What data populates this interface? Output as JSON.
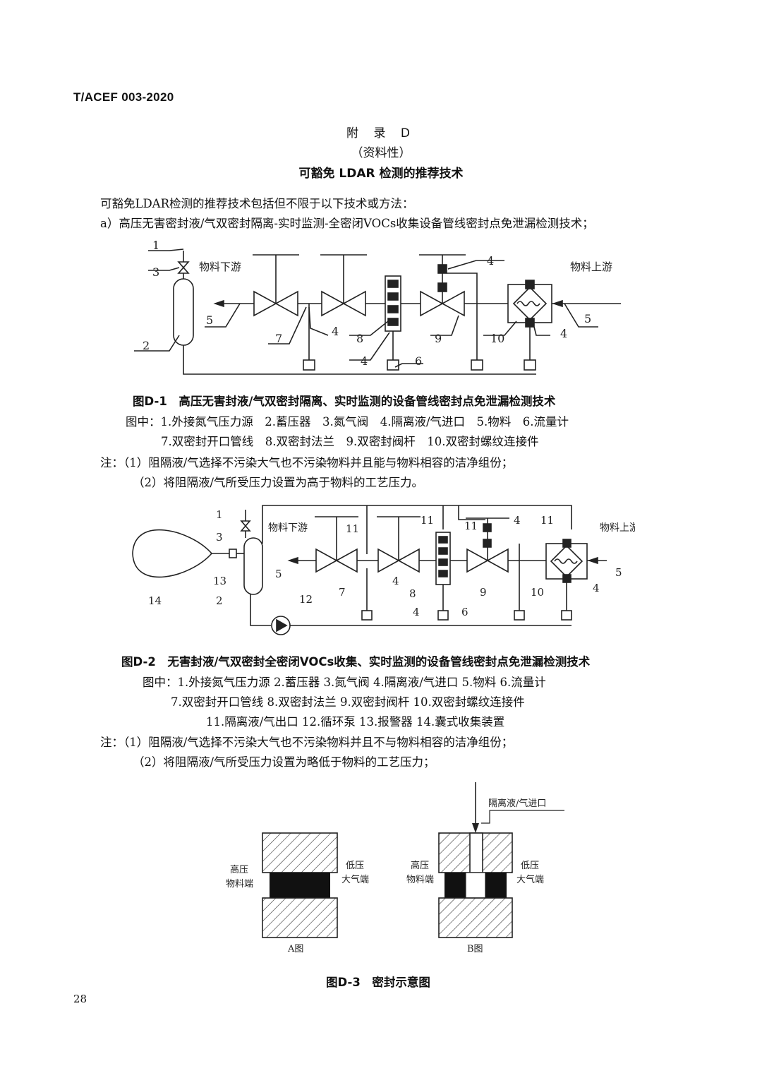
{
  "header": {
    "doc_id": "T/ACEF  003-2020"
  },
  "heading": {
    "appendix": "附 录 D",
    "nature": "（资料性）",
    "title": "可豁免 LDAR 检测的推荐技术"
  },
  "intro": {
    "line1": "可豁免LDAR检测的推荐技术包括但不限于以下技术或方法：",
    "line2": "a）高压无害密封液/气双密封隔离-实时监测-全密闭VOCs收集设备管线密封点免泄漏检测技术；"
  },
  "figure1": {
    "labels": {
      "n1": "1",
      "n2": "2",
      "n3": "3",
      "n4": "4",
      "n5": "5",
      "n6": "6",
      "n7": "7",
      "n8": "8",
      "n9": "9",
      "n10": "10",
      "downstream": "物料下游",
      "upstream": "物料上游"
    },
    "caption": "图D-1　高压无害封液/气双密封隔离、实时监测的设备管线密封点免泄漏检测技术",
    "legend_line1": "图中：1.外接氮气压力源　2.蓄压器　3.氮气阀　4.隔离液/气进口　5.物料　6.流量计",
    "legend_line2": "7.双密封开口管线　8.双密封法兰　9.双密封阀杆　10.双密封螺纹连接件",
    "note1": "注：（1）阻隔液/气选择不污染大气也不污染物料并且能与物料相容的洁净组份；",
    "note2": "（2）将阻隔液/气所受压力设置为高于物料的工艺压力。"
  },
  "figure2": {
    "labels": {
      "n1": "1",
      "n2": "2",
      "n3": "3",
      "n4": "4",
      "n5": "5",
      "n6": "6",
      "n7": "7",
      "n8": "8",
      "n9": "9",
      "n10": "10",
      "n11": "11",
      "n12": "12",
      "n13": "13",
      "n14": "14",
      "downstream": "物料下游",
      "upstream": "物料上游"
    },
    "caption": "图D-2　无害封液/气双密封全密闭VOCs收集、实时监测的设备管线密封点免泄漏检测技术",
    "legend_line1": "图中：1.外接氮气压力源 2.蓄压器 3.氮气阀 4.隔离液/气进口 5.物料 6.流量计",
    "legend_line2": "7.双密封开口管线 8.双密封法兰 9.双密封阀杆 10.双密封螺纹连接件",
    "legend_line3": "11.隔离液/气出口 12.循环泵 13.报警器 14.囊式收集装置",
    "note1": "注：（1）阻隔液/气选择不污染大气也不污染物料并且不与物料相容的洁净组份；",
    "note2": "（2）将阻隔液/气所受压力设置为略低于物料的工艺压力；"
  },
  "figure3": {
    "a_left_1": "高压",
    "a_left_2": "物料端",
    "a_right_1": "低压",
    "a_right_2": "大气端",
    "a_name": "A图",
    "b_left_1": "高压",
    "b_left_2": "物料端",
    "b_right_1": "低压",
    "b_right_2": "大气端",
    "b_name": "B图",
    "inlet": "隔离液/气进口",
    "caption": "图D-3　密封示意图"
  },
  "page_number": "28"
}
